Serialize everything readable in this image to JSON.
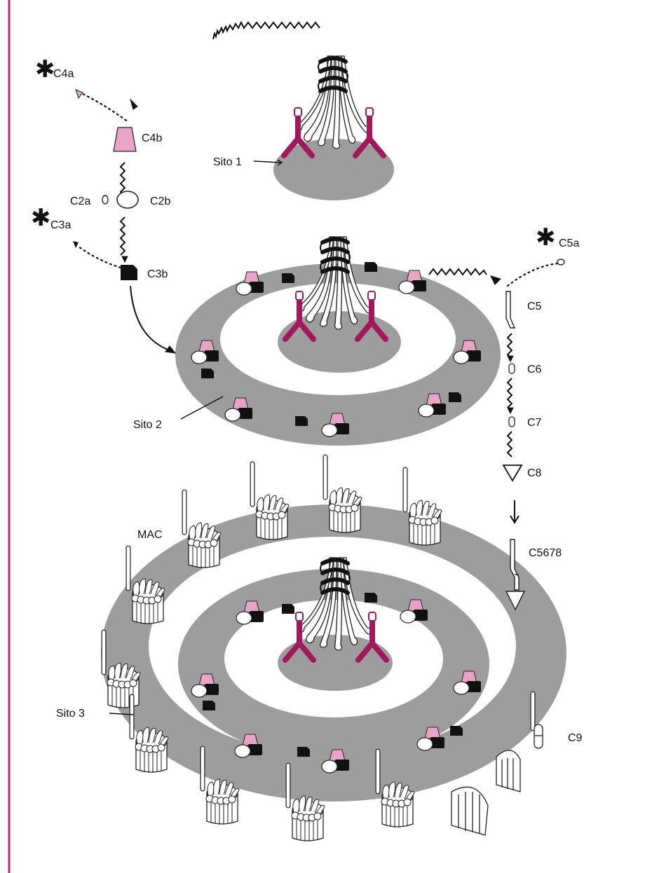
{
  "colors": {
    "margin_line": "#b0306a",
    "membrane": "#9d9d9d",
    "antibody": "#a3185a",
    "c4b_pink": "#e7a4c6",
    "c3b_black": "#111111",
    "paper": "#ffffff"
  },
  "labels": {
    "c4a": "C4a",
    "c4b": "C4b",
    "c2a": "C2a",
    "c2b": "C2b",
    "c3a": "C3a",
    "c3b": "C3b",
    "c5a": "C5a",
    "c5": "C5",
    "c6": "C6",
    "c7": "C7",
    "c8": "C8",
    "c5678": "C5678",
    "c9": "C9",
    "mac": "MAC",
    "sito1": "Sito 1",
    "sito2": "Sito 2",
    "sito3": "Sito 3"
  },
  "icons": {
    "asterisk": "✱"
  }
}
